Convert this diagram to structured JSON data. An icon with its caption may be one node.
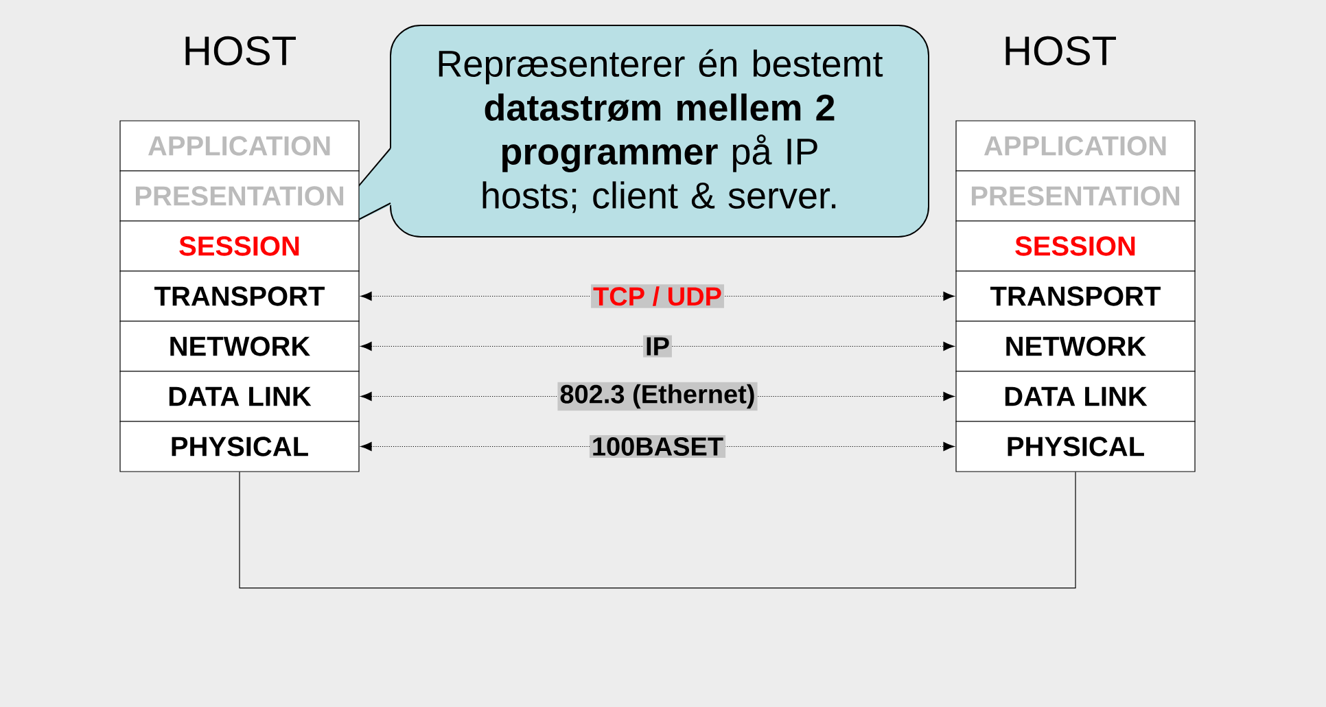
{
  "diagram": {
    "nodes": [
      {
        "text": [
          "Repræsenterer én bestemt **datastrøm mellem 2 programmer** på IP hosts; client & server."
        ]
      },
      {
        "text": [
          "APPLICATION"
        ]
      },
      {
        "text": [
          "PRESENTATION"
        ]
      },
      {
        "text": [
          "SESSION"
        ]
      },
      {
        "text": [
          "TRANSPORT"
        ]
      },
      {
        "text": [
          "NETWORK"
        ]
      },
      {
        "text": [
          "DATA LINK"
        ]
      },
      {
        "text": [
          "PHYSICAL"
        ]
      },
      {
        "text": [
          "APPLICATION"
        ]
      },
      {
        "text": [
          "PRESENTATION"
        ]
      },
      {
        "text": [
          "SESSION"
        ]
      },
      {
        "text": [
          "TRANSPORT"
        ]
      },
      {
        "text": [
          "NETWORK"
        ]
      },
      {
        "text": [
          "DATA LINK"
        ]
      },
      {
        "text": [
          "PHYSICAL"
        ]
      }
    ],
    "edges": [
      {
        "from": 4,
        "to": 11,
        "arrow": "both",
        "style": "dashed",
        "label": "TCP / UDP"
      },
      {
        "from": 5,
        "to": 12,
        "arrow": "both",
        "style": "dashed",
        "label": "IP"
      },
      {
        "from": 6,
        "to": 13,
        "arrow": "both",
        "style": "dashed",
        "label": "802.3 (Ethernet)"
      },
      {
        "from": 7,
        "to": 14,
        "arrow": "both",
        "style": "dashed",
        "label": "100BASET"
      },
      {
        "from": 7,
        "to": 14,
        "arrow": "none"
      }
    ],
    "labels": [
      "HOST",
      "HOST"
    ]
  }
}
